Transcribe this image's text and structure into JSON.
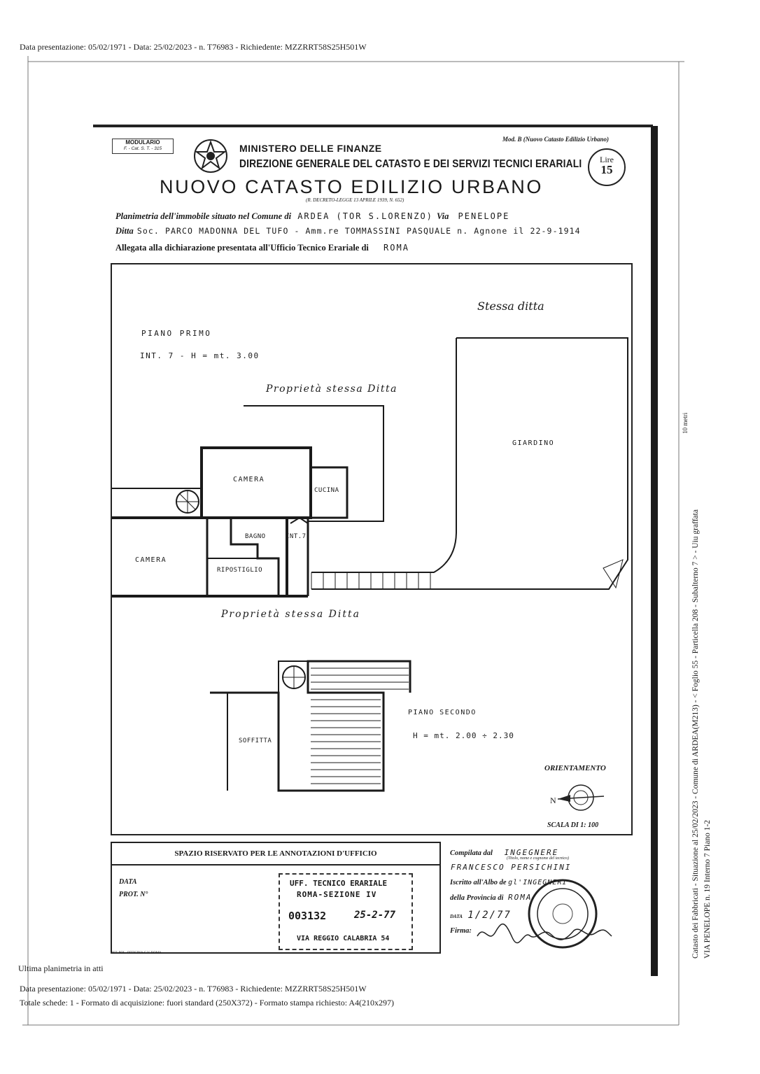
{
  "header_line": "Data presentazione: 05/02/1971 - Data: 25/02/2023 - n. T76983 - Richiedente: MZZRRT58S25H501W",
  "form": {
    "modulario_title": "MODULARIO",
    "modulario_code": "F. - Cat. S. T. - 315",
    "mod_b": "Mod. B (Nuovo Catasto Edilizio Urbano)",
    "ministero": "MINISTERO DELLE FINANZE",
    "direzione": "DIREZIONE GENERALE DEL CATASTO E DEI SERVIZI TECNICI ERARIALI",
    "title": "NUOVO CATASTO EDILIZIO URBANO",
    "decree": "(R. DECRETO-LEGGE 13 APRILE 1939, N. 652)",
    "lire_label": "Lire",
    "lire_value": "15",
    "planimetria_label": "Planimetria dell'immobile situato nel Comune di",
    "comune_value": "ARDEA (TOR S.LORENZO)",
    "via_label": "Via",
    "via_value": "PENELOPE",
    "ditta_label": "Ditta",
    "ditta_value": "Soc. PARCO MADONNA DEL TUFO - Amm.re TOMMASSINI PASQUALE n. Agnone il 22-9-1914",
    "allegata_label": "Allegata alla dichiarazione presentata all'Ufficio Tecnico Erariale di",
    "ufficio_value": "ROMA"
  },
  "plan": {
    "stessa_ditta_top_right": "Stessa ditta",
    "piano_primo": "PIANO PRIMO",
    "int_height": "INT. 7 - H = mt. 3.00",
    "proprieta_top": "Proprietà stessa Ditta",
    "proprieta_bottom": "Proprietà stessa Ditta",
    "rooms": {
      "camera_1": "CAMERA",
      "cucina": "CUCINA",
      "camera_2": "CAMERA",
      "bagno": "BAGNO",
      "int7": "INT.7",
      "ripostiglio": "RIPOSTIGLIO",
      "giardino": "GIARDINO",
      "soffitta": "SOFFITTA"
    },
    "piano_secondo": "PIANO SECONDO",
    "h_secondo": "H = mt. 2.00 ÷ 2.30",
    "orientamento": "ORIENTAMENTO",
    "north": "N",
    "scala": "SCALA DI 1: 100"
  },
  "office": {
    "title": "SPAZIO RISERVATO PER LE ANNOTAZIONI D'UFFICIO",
    "data_label": "DATA",
    "prot_label": "PROT. N°",
    "stamp_line1": "UFF. TECNICO ERARIALE",
    "stamp_line2": "ROMA-SEZIONE IV",
    "stamp_number": "003132",
    "stamp_date": "25-2-77",
    "stamp_address": "VIA REGGIO CALABRIA 54",
    "printer": "IST. POL. OFFICINA C.V. ROMA"
  },
  "compiler": {
    "compilata_label": "Compilata dal",
    "compilata_value": "INGEGNERE",
    "titolo_note": "(Titolo, nome e cognome del tecnico)",
    "name": "FRANCESCO PERSICHINI",
    "iscritto_label": "Iscritto all'Albo de",
    "iscritto_value": "gl'INGEGNERI",
    "provincia_label": "della Provincia di",
    "provincia_value": "ROMA",
    "data_label": "DATA",
    "data_value": "1/2/77",
    "firma_label": "Firma:"
  },
  "footer": {
    "ultima": "Ultima planimetria in atti",
    "line1": "Data presentazione: 05/02/1971 - Data: 25/02/2023 - n. T76983 - Richiedente: MZZRRT58S25H501W",
    "line2": "Totale schede: 1 - Formato di acquisizione: fuori standard (250X372) - Formato stampa richiesto: A4(210x297)"
  },
  "side": {
    "line1": "Catasto dei Fabbricati - Situazione al 25/02/2023 - Comune di ARDEA(M213) - < Foglio 55 - Particella 208 - Subalterno 7 > - Uiu graffata",
    "line2": "VIA PENELOPE n. 19 Interno 7 Piano 1-2",
    "metri": "10 metri"
  }
}
